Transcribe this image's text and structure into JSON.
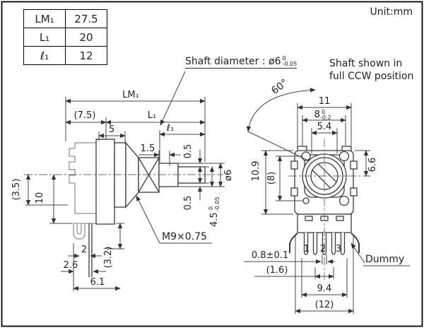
{
  "unit": "Unit:mm",
  "table": {
    "rows": [
      {
        "param": "LM₁",
        "value": "27.5"
      },
      {
        "param": "L₁",
        "value": "20"
      },
      {
        "param": "ℓ₁",
        "value": "12"
      }
    ]
  },
  "notes": {
    "shaft_diameter_label": "Shaft diameter : ø6",
    "shaft_dia_tol_top": "0",
    "shaft_dia_tol_bottom": "-0.05",
    "ccw_line1": "Shaft shown in",
    "ccw_line2": "full CCW position",
    "thread": "M9×0.75",
    "dummy": "Dummy",
    "angle": "60°"
  },
  "side": {
    "lm1": "LM₁",
    "l1": "L₁",
    "p75": "(7.5)",
    "d5": "5",
    "ell1": "ℓ₁",
    "d15": "1.5",
    "d05top": "0.5",
    "d05bot": "0.5",
    "dia6": "ø6",
    "d45": "4.5",
    "d45_tol_top": "0",
    "d45_tol_bot": "-0.05",
    "p35": "(3.5)",
    "d10": "10",
    "d2": "2",
    "d26": "2.6",
    "d61": "6.1",
    "p32": "(3.2)"
  },
  "front": {
    "d11": "11",
    "d8": "8",
    "d8_tol_top": "0",
    "d8_tol_bot": "-0.2",
    "d54": "5.4",
    "d66": "6.6",
    "d109": "10.9",
    "p8": "(8)",
    "d08": "0.8±0.1",
    "p16": "(1.6)",
    "d94": "9.4",
    "p12": "(12)",
    "pin1": "1",
    "pin2": "2",
    "pin3": "3"
  },
  "colors": {
    "line": "#3a3a3a",
    "gray_part": "#a2a2a2",
    "text": "#222222"
  }
}
